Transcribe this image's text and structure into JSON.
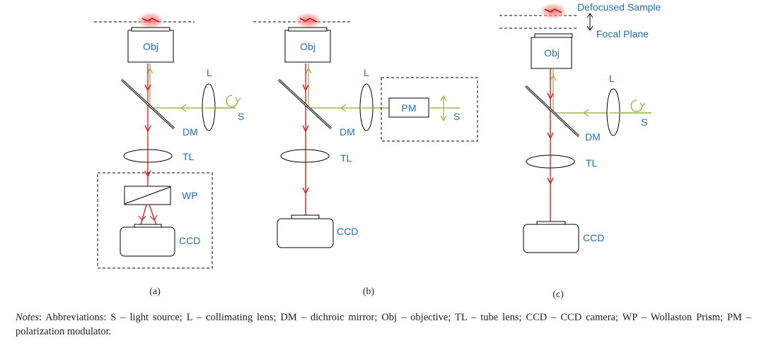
{
  "panels": [
    {
      "id": "a",
      "caption": "(a)",
      "obj": "Obj",
      "lens": "L",
      "source": "S",
      "mirror": "DM",
      "tube_lens": "TL",
      "prism": "WP",
      "camera": "CCD"
    },
    {
      "id": "b",
      "caption": "(b)",
      "obj": "Obj",
      "lens": "L",
      "modulator": "PM",
      "source": "S",
      "mirror": "DM",
      "tube_lens": "TL",
      "camera": "CCD"
    },
    {
      "id": "c",
      "caption": "(c)",
      "obj": "Obj",
      "lens": "L",
      "source": "S",
      "mirror": "DM",
      "tube_lens": "TL",
      "camera": "CCD",
      "defocused_sample": "Defocused Sample",
      "focal_plane": "Focal Plane"
    }
  ],
  "notes": {
    "label": "Notes",
    "text": ": Abbreviations: S – light source; L – collimating lens; DM – dichroic mirror; Obj – objective; TL – tube lens; CCD – CCD camera; WP – Wollaston Prism; PM – polarization modulator."
  },
  "colors": {
    "excitation": "#9bbb59",
    "emission": "#e02020",
    "label": "#1f6fc0",
    "sample_glow": "#f08080"
  }
}
